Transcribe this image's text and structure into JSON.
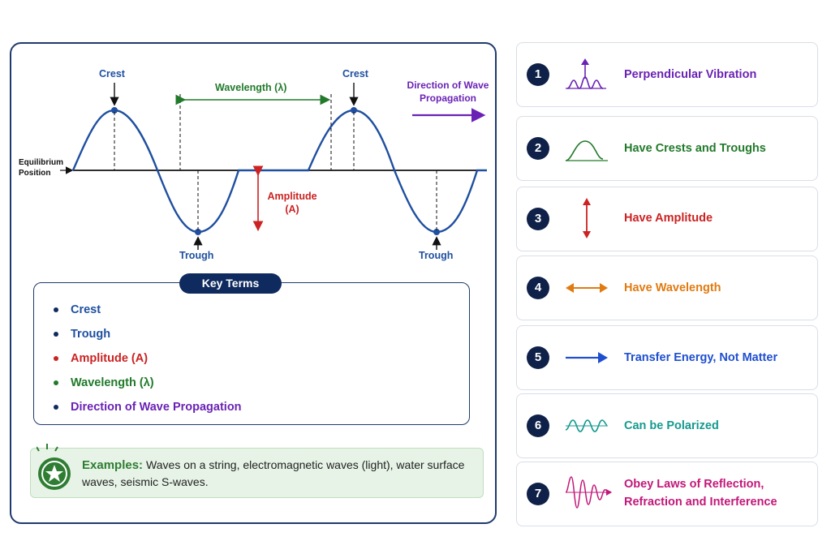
{
  "diagram": {
    "crest_label": "Crest",
    "trough_label": "Trough",
    "wavelength_label": "Wavelength (λ)",
    "amplitude_label_1": "Amplitude",
    "amplitude_label_2": "(A)",
    "direction_label_1": "Direction of Wave",
    "direction_label_2": "Propagation",
    "equilibrium_label_1": "Equilibrium",
    "equilibrium_label_2": "Position"
  },
  "key_terms": {
    "title": "Key Terms",
    "items": [
      {
        "label": "Crest",
        "color": "#1f4fa0",
        "dot": "#0f2a5e"
      },
      {
        "label": "Trough",
        "color": "#1f4fa0",
        "dot": "#0f2a5e"
      },
      {
        "label": "Amplitude (A)",
        "color": "#cc2222",
        "dot": "#cc2222"
      },
      {
        "label": "Wavelength (λ)",
        "color": "#217a2a",
        "dot": "#217a2a"
      },
      {
        "label": "Direction of Wave Propagation",
        "color": "#6a22b5",
        "dot": "#0f2a5e"
      }
    ]
  },
  "examples": {
    "heading": "Examples:",
    "text": "Waves on a string, electromagnetic waves (light), water surface waves, seismic S-waves.",
    "icon": "star-badge-icon"
  },
  "properties": [
    {
      "num": "1",
      "label_1": "Perpendicular Vibration",
      "label_2": "",
      "color": "#6a22b5",
      "icon": "perpendicular-vibration-icon"
    },
    {
      "num": "2",
      "label_1": "Have Crests and Troughs",
      "label_2": "",
      "color": "#217a2a",
      "icon": "crest-trough-icon"
    },
    {
      "num": "3",
      "label_1": "Have Amplitude",
      "label_2": "",
      "color": "#cc2222",
      "icon": "vertical-arrow-icon"
    },
    {
      "num": "4",
      "label_1": "Have Wavelength",
      "label_2": "",
      "color": "#e07b12",
      "icon": "horizontal-double-arrow-icon"
    },
    {
      "num": "5",
      "label_1": "Transfer Energy, Not Matter",
      "label_2": "",
      "color": "#1f4fd0",
      "icon": "right-arrow-icon"
    },
    {
      "num": "6",
      "label_1": "Can be Polarized",
      "label_2": "",
      "color": "#159a8f",
      "icon": "polarized-wave-icon"
    },
    {
      "num": "7",
      "label_1": "Obey Laws of Reflection,",
      "label_2": "Refraction and Interference",
      "color": "#c2187a",
      "icon": "interference-wave-icon"
    }
  ]
}
